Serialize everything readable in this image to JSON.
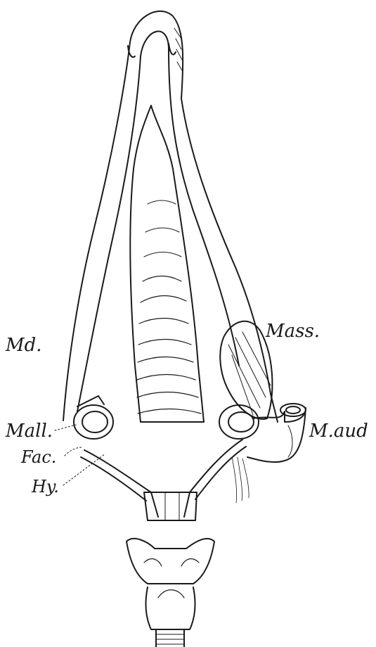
{
  "figure": {
    "labels": {
      "md": "Md.",
      "mass": "Mass.",
      "mall": "Mall.",
      "maud": "M.aud",
      "fac": "Fac.",
      "hy": "Hy."
    },
    "colors": {
      "ink": "#1a1a1a",
      "paper": "#ffffff"
    }
  }
}
